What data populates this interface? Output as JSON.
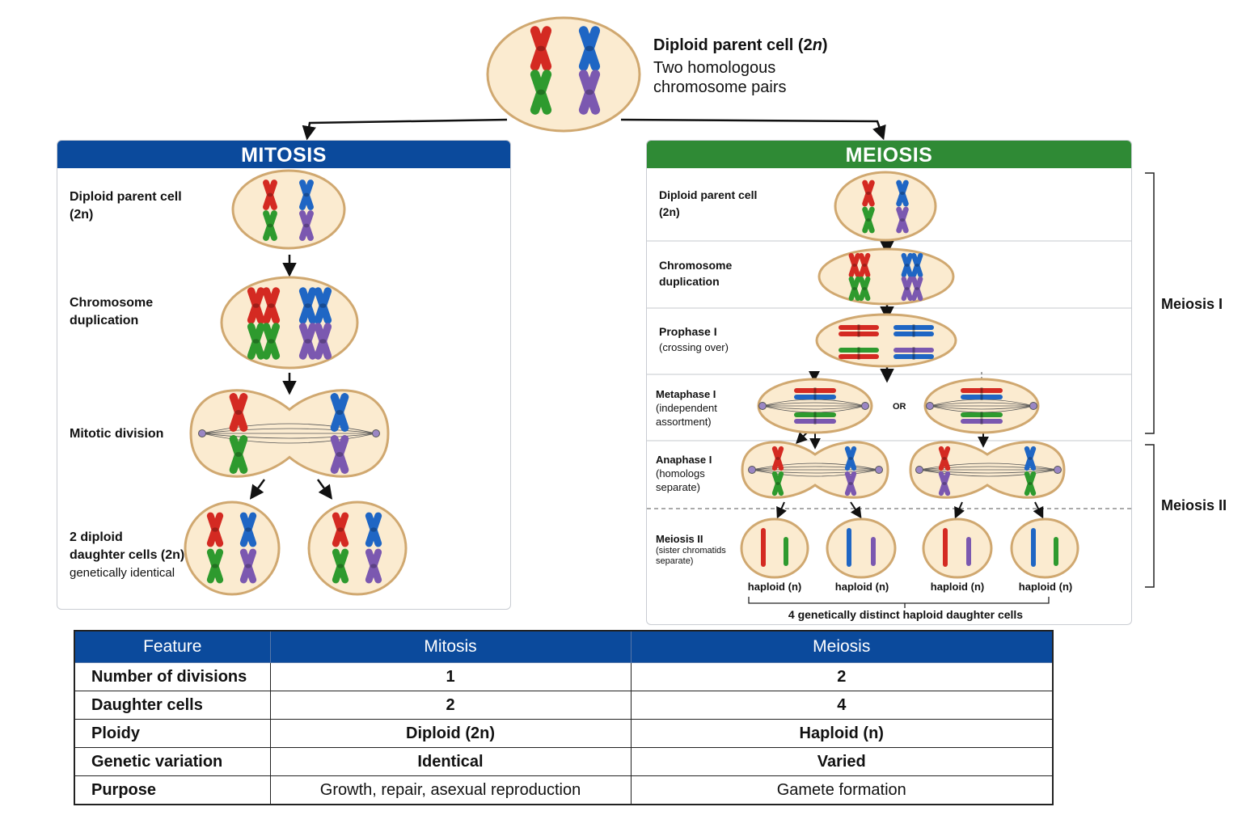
{
  "colors": {
    "mitosis_header": "#0b4a9c",
    "meiosis_header": "#2f8a35",
    "cell_fill": "#fbebd0",
    "cell_stroke": "#d0a870",
    "chrom_red": "#d42a22",
    "chrom_blue": "#1f66c4",
    "chrom_green": "#2e9a2e",
    "chrom_purple": "#7b58b0"
  },
  "top": {
    "title": "Diploid parent cell (2",
    "title_n": "n",
    "title_end": ")",
    "line1": "Two homologous",
    "line2": "chromosome pairs"
  },
  "mitosis": {
    "header": "MITOSIS",
    "steps": [
      {
        "label": "Diploid parent cell",
        "label2": "(2n)"
      },
      {
        "label": "Chromosome",
        "label2": "duplication"
      },
      {
        "label": "Mitotic division"
      },
      {
        "label": "2 diploid",
        "label2": "daughter cells (2n)",
        "label3": "genetically identical"
      }
    ]
  },
  "meiosis": {
    "header": "MEIOSIS",
    "steps": [
      {
        "label": "Diploid parent cell",
        "label2": "(2n)"
      },
      {
        "label": "Chromosome",
        "label2": "duplication"
      },
      {
        "label": "Prophase I",
        "label2": "(crossing over)"
      },
      {
        "label": "Metaphase I",
        "label2": "(independent",
        "label3": "assortment)"
      },
      {
        "label": "Anaphase I",
        "label2": "(homologs",
        "label3": "separate)"
      },
      {
        "label": "Meiosis II",
        "label2": "(sister chromatids",
        "label3": "separate)"
      }
    ],
    "or_label": "OR",
    "haploid_labels": [
      "haploid (n)",
      "haploid (n)",
      "haploid (n)",
      "haploid (n)"
    ],
    "summary": "4 genetically distinct haploid daughter cells",
    "phase1": "Meiosis I",
    "phase2": "Meiosis II"
  },
  "table": {
    "headers": [
      "Feature",
      "Mitosis",
      "Meiosis"
    ],
    "rows": [
      [
        "Number of divisions",
        "1",
        "2"
      ],
      [
        "Daughter cells",
        "2",
        "4"
      ],
      [
        "Ploidy",
        "Diploid (2n)",
        "Haploid (n)"
      ],
      [
        "Genetic variation",
        "Identical",
        "Varied"
      ],
      [
        "Purpose",
        "Growth, repair, asexual reproduction",
        "Gamete formation"
      ]
    ]
  }
}
